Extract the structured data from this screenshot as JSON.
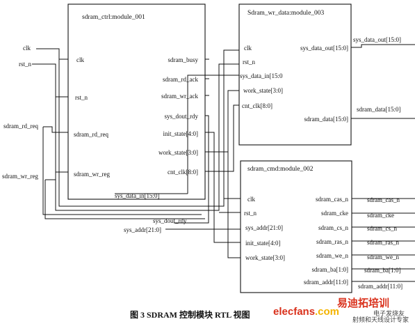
{
  "module_001": {
    "title": "sdram_ctrl:module_001",
    "ports_in": [
      "clk",
      "rst_n",
      "sdram_rd_req",
      "sdram_wr_reg"
    ],
    "ports_out": [
      "sdram_busy",
      "sdram_rd_ack",
      "sdram_wr_ack",
      "sys_dout_rdy",
      "init_state[4:0]",
      "work_state[3:0]",
      "cnt_clk[8:0]"
    ]
  },
  "module_003": {
    "title": "Sdram_wr_data:module_003",
    "ports_in": [
      "clk",
      "rst_n",
      "sys_data_in[15:0",
      "work_state[3:0]",
      "cnt_clk[8:0]"
    ],
    "ports_out": [
      "sys_data_out[15:0]",
      "sdram_data[15:0]"
    ]
  },
  "module_002": {
    "title": "sdram_cmd:module_002",
    "ports_in": [
      "clk",
      "rst_n",
      "sys_addr[21:0]",
      "init_state[4:0]",
      "work_state[3:0]"
    ],
    "ports_out": [
      "sdram_cas_n",
      "sdram_cke",
      "sdram_cs_n",
      "sdram_ras_n",
      "sdram_we_n",
      "sdram_ba[1:0]",
      "sdram_addr[11:0]"
    ]
  },
  "top_inputs": [
    "clk",
    "rst_n",
    "sdram_rd_req",
    "sdram_wr_reg"
  ],
  "bus_labels": {
    "sys_data_in": "sys_data_in[15:0]",
    "sys_dout_rdy": "sys_dout_rdy",
    "sys_addr": "sys_addr[21:0]"
  },
  "top_outputs": {
    "sys_data_out": "sys_data_out[15:0]",
    "sdram_data": "sdram_data[15:0]",
    "cmd": [
      "sdram_cas_n",
      "sdram_cke",
      "sdram_cs_n",
      "sdram_ras_n",
      "sdram_we_n",
      "sdram_ba[1:0]",
      "sdram_addr[11:0]"
    ]
  },
  "caption": "图 3   SDRAM 控制模块 RTL 视图",
  "watermark": {
    "brand": "elecfans",
    "suffix": ".com",
    "cn_title": "易迪拓培训",
    "cn_sub": "射频和天线设计专家",
    "cn_mid": "电子发烧友"
  }
}
